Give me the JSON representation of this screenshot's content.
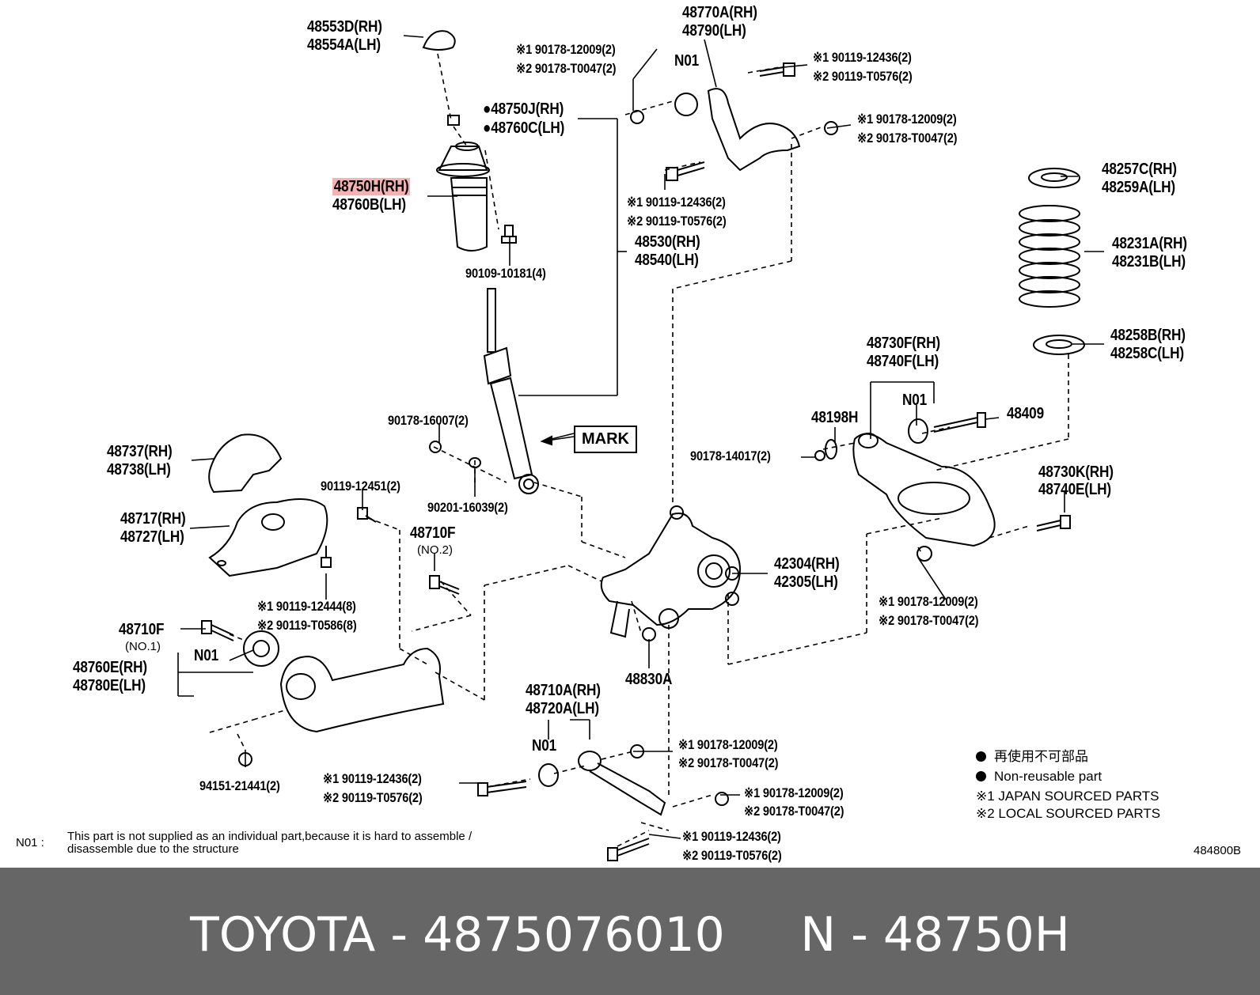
{
  "labels": {
    "l48553d": "48553D(RH)",
    "l48554a": "48554A(LH)",
    "l48750j": "●48750J(RH)",
    "l48760c": "●48760C(LH)",
    "l48750h": "48750H(RH)",
    "l48760b": "48760B(LH)",
    "l90109": "90109-10181(4)",
    "l48770a": "48770A(RH)",
    "l48790": "48790(LH)",
    "n01a": "N01",
    "l901781a": "※1 90178-12009(2)",
    "l901782a": "※2 90178-T0047(2)",
    "l901191a": "※1 90119-12436(2)",
    "l901192a": "※2 90119-T0576(2)",
    "l901781b": "※1 90178-12009(2)",
    "l901782b": "※2 90178-T0047(2)",
    "l901191b": "※1 90119-12436(2)",
    "l901192b": "※2 90119-T0576(2)",
    "l48530": "48530(RH)",
    "l48540": "48540(LH)",
    "l48257c": "48257C(RH)",
    "l48259a": "48259A(LH)",
    "l48231a": "48231A(RH)",
    "l48231b": "48231B(LH)",
    "l48258b": "48258B(RH)",
    "l48258c": "48258C(LH)",
    "l48730f": "48730F(RH)",
    "l48740f": "48740F(LH)",
    "n01b": "N01",
    "l48198h": "48198H",
    "l48409": "48409",
    "l90178_14017": "90178-14017(2)",
    "l48730k": "48730K(RH)",
    "l48740e": "48740E(LH)",
    "l90178_16007": "90178-16007(2)",
    "mark": "MARK",
    "l90201": "90201-16039(2)",
    "l48737": "48737(RH)",
    "l48738": "48738(LH)",
    "l48717": "48717(RH)",
    "l48727": "48727(LH)",
    "l90119_12451": "90119-12451(2)",
    "l48710f_no2": "48710F",
    "no2": "(NO.2)",
    "l901191c": "※1 90119-12444(8)",
    "l901192c": "※2 90119-T0586(8)",
    "l48710f_no1": "48710F",
    "no1": "(NO.1)",
    "n01c": "N01",
    "l48760e": "48760E(RH)",
    "l48780e": "48780E(LH)",
    "l42304": "42304(RH)",
    "l42305": "42305(LH)",
    "l901781c": "※1 90178-12009(2)",
    "l901782c": "※2 90178-T0047(2)",
    "l48830a": "48830A",
    "l48710a": "48710A(RH)",
    "l48720a": "48720A(LH)",
    "n01d": "N01",
    "l901781d": "※1 90178-12009(2)",
    "l901782d": "※2 90178-T0047(2)",
    "l901191d": "※1 90119-12436(2)",
    "l901192d": "※2 90119-T0576(2)",
    "l901781e": "※1 90178-12009(2)",
    "l901782e": "※2 90178-T0047(2)",
    "l901191e": "※1 90119-12436(2)",
    "l901192e": "※2 90119-T0576(2)",
    "l94151": "94151-21441(2)"
  },
  "legend": {
    "jp": "再使用不可部品",
    "en": "Non-reusable part",
    "s1": "※1 JAPAN SOURCED PARTS",
    "s2": "※2 LOCAL SOURCED PARTS"
  },
  "note": {
    "key": "N01 :",
    "line1": "This part is not supplied as an individual part,because it is hard to assemble /",
    "line2": "disassemble due to the structure"
  },
  "figure_code": "484800B",
  "footer": "TOYOTA - 4875076010     N - 48750H"
}
